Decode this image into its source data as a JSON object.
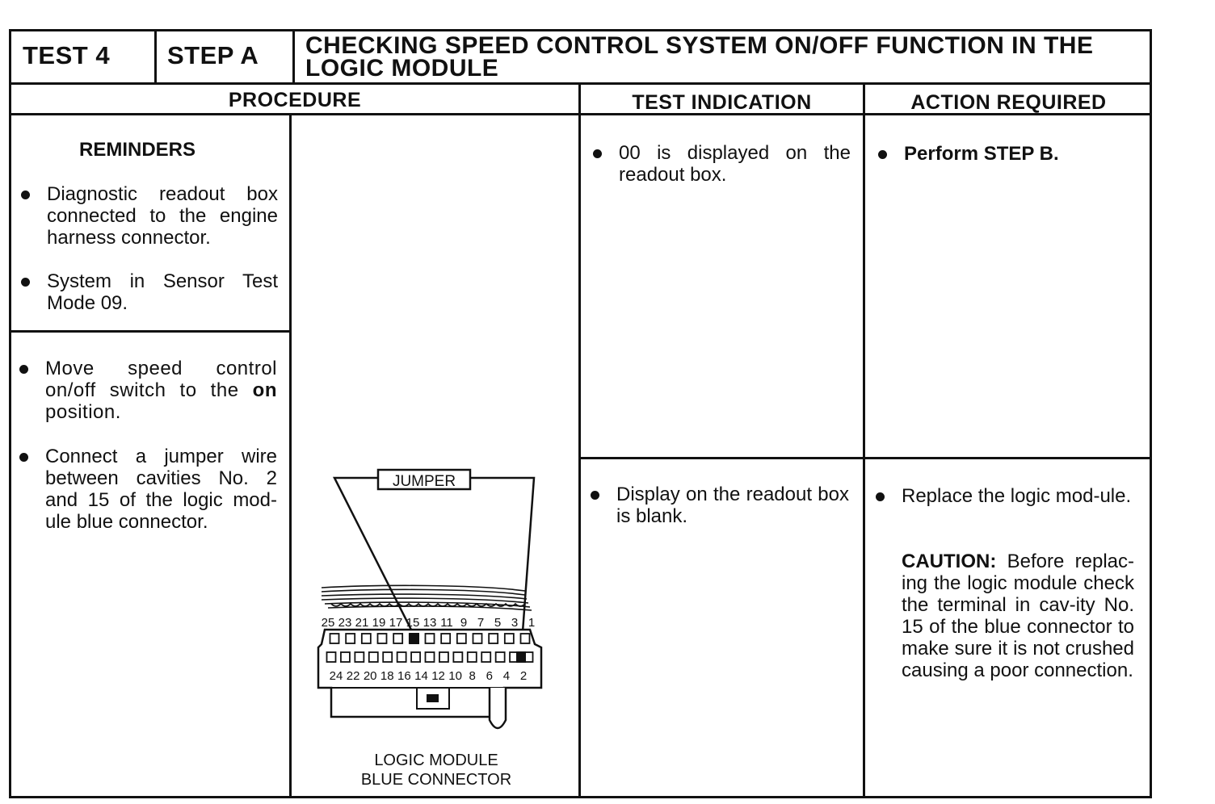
{
  "header": {
    "test": "TEST 4",
    "step": "STEP A",
    "title_line1": "CHECKING SPEED CONTROL SYSTEM ON/OFF FUNCTION IN THE",
    "title_line2": "LOGIC MODULE"
  },
  "columns": {
    "procedure": "PROCEDURE",
    "test_indication": "TEST INDICATION",
    "action_required": "ACTION REQUIRED"
  },
  "reminders": {
    "title": "REMINDERS",
    "item1": "Diagnostic readout box connected to the engine harness connector.",
    "item2": "System in Sensor Test Mode 09."
  },
  "procedure_steps": {
    "step1_before": "Move speed control on/off switch to the ",
    "step1_bold": "on",
    "step1_after": " position.",
    "step2": "Connect a jumper wire between cavities No. 2 and 15 of the logic mod-ule blue connector."
  },
  "results": [
    {
      "indication": "00 is displayed on the readout box.",
      "action": "Perform STEP B."
    },
    {
      "indication": "Display on the readout box is blank.",
      "action": "Replace the logic mod-ule.",
      "caution_label": "CAUTION:",
      "caution_text": " Before replac-ing the logic module check the terminal in cav-ity No. 15 of the blue connector to make sure it is not crushed causing a poor connection."
    }
  ],
  "diagram": {
    "jumper_label": "JUMPER",
    "caption_line1": "LOGIC MODULE",
    "caption_line2": "BLUE CONNECTOR",
    "top_row_numbers": [
      "25",
      "23",
      "21",
      "19",
      "17",
      "15",
      "13",
      "11",
      "9",
      "7",
      "5",
      "3",
      "1"
    ],
    "bottom_row_numbers": [
      "24",
      "22",
      "20",
      "18",
      "16",
      "14",
      "12",
      "10",
      "8",
      "6",
      "4",
      "2"
    ]
  }
}
